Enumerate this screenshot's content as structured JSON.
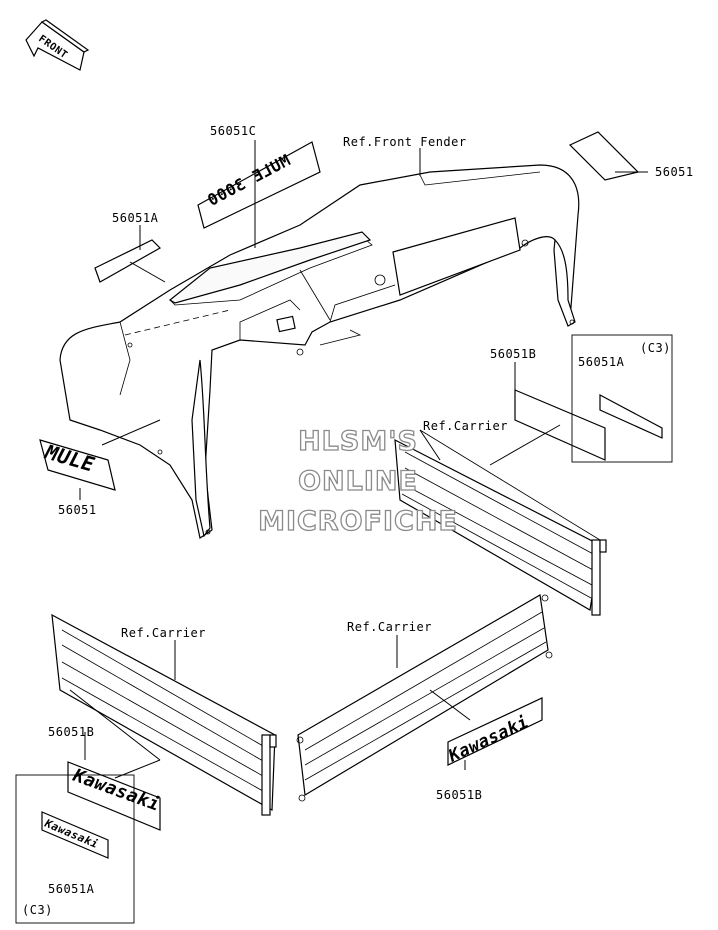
{
  "front_arrow": {
    "text": "FRONT"
  },
  "labels": {
    "decal_56051c": "56051C",
    "ref_front_fender": "Ref.Front Fender",
    "decal_56051_right": "56051",
    "decal_56051a_left": "56051A",
    "decal_56051b_top": "56051B",
    "decal_56051a_box": "56051A",
    "c3_top": "(C3)",
    "ref_carrier_right": "Ref.Carrier",
    "decal_56051_bottom_left": "56051",
    "ref_carrier_left": "Ref.Carrier",
    "ref_carrier_bottom": "Ref.Carrier",
    "decal_56051b_left": "56051B",
    "decal_56051b_bottom": "56051B",
    "decal_56051a_bottom": "56051A",
    "c3_bottom": "(C3)"
  },
  "decals": {
    "mule_logo": "MULE",
    "mule_3000_logo": "MULE 3000",
    "kawasaki_large": "Kawasaki",
    "kawasaki_small": "Kawasaki",
    "kawasaki_right": "Kawasaki"
  },
  "watermark": {
    "line1": "HLSM'S",
    "line2": "ONLINE",
    "line3": "MICROFICHE"
  }
}
